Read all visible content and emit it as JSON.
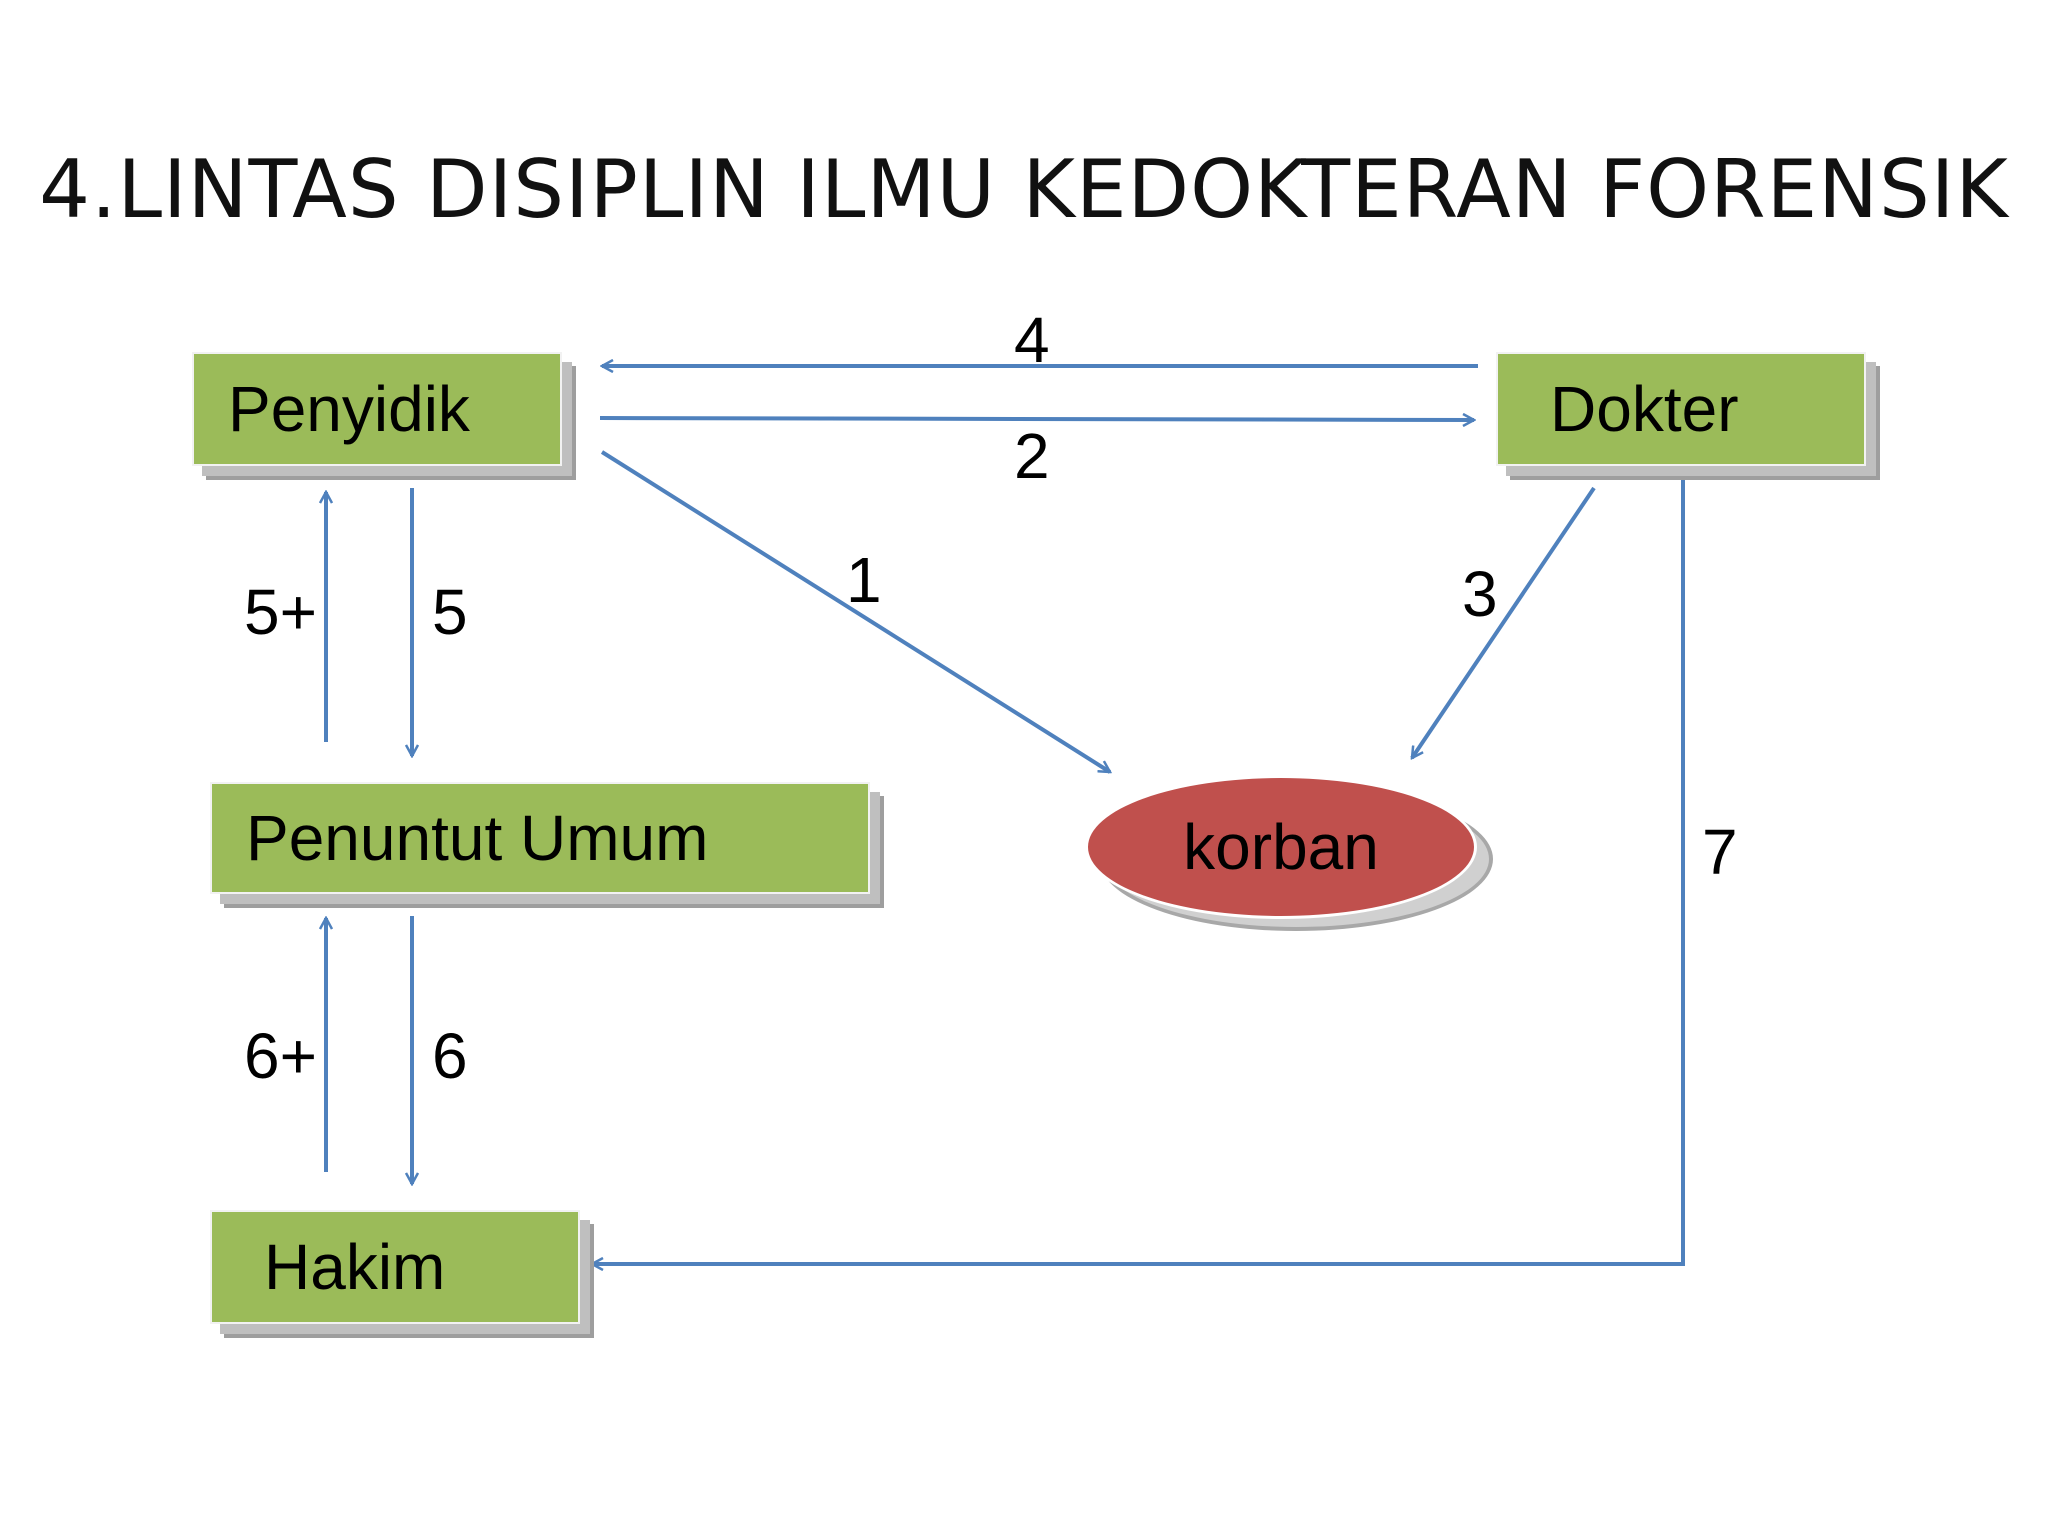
{
  "title": "4.LINTAS DISIPLIN ILMU KEDOKTERAN FORENSIK",
  "colors": {
    "node_fill": "#9bbb59",
    "victim_fill": "#c0504d",
    "arrow": "#4f81bd"
  },
  "nodes": {
    "penyidik": "Penyidik",
    "dokter": "Dokter",
    "penuntut_umum": "Penuntut Umum",
    "hakim": "Hakim",
    "korban": "korban"
  },
  "edges": [
    {
      "label": "1",
      "from": "Penyidik",
      "to": "korban"
    },
    {
      "label": "2",
      "from": "Penyidik",
      "to": "Dokter"
    },
    {
      "label": "3",
      "from": "Dokter",
      "to": "korban"
    },
    {
      "label": "4",
      "from": "Dokter",
      "to": "Penyidik"
    },
    {
      "label": "5",
      "from": "Penyidik",
      "to": "Penuntut Umum"
    },
    {
      "label": "5+",
      "from": "Penuntut Umum",
      "to": "Penyidik"
    },
    {
      "label": "6",
      "from": "Penuntut Umum",
      "to": "Hakim"
    },
    {
      "label": "6+",
      "from": "Hakim",
      "to": "Penuntut Umum"
    },
    {
      "label": "7",
      "from": "Dokter",
      "to": "Hakim"
    }
  ]
}
